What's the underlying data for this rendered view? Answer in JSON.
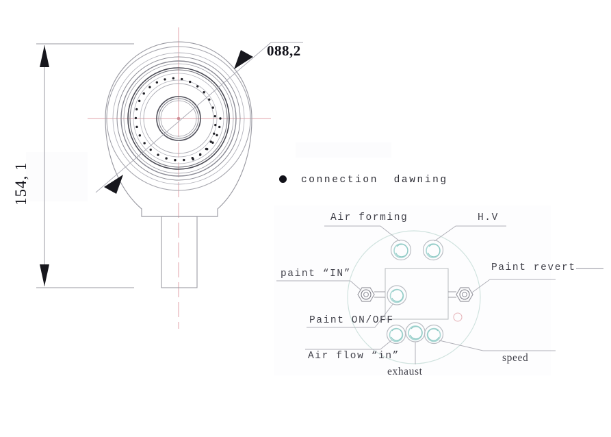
{
  "drawing": {
    "title": "Spray gun nozzle technical drawing",
    "dimensions": {
      "diameter_label": "088,2",
      "height_label": "154, 1"
    },
    "legend": {
      "bullet": "filled-dot",
      "text": "connection  dawning"
    },
    "connection_panel": {
      "labels": {
        "air_forming": "Air forming",
        "hv": "H.V",
        "paint_in": "paint “IN”",
        "paint_revert": "Paint revert",
        "paint_on_off": "Paint ON/OFF",
        "air_flow_in": "Air flow “in”",
        "exhaust": "exhaust",
        "speed": "speed"
      }
    },
    "colors": {
      "outline": "#8a8a92",
      "outline_dark": "#3c3c44",
      "centerline": "#e0a2a8",
      "port_accent": "#a9d8d4",
      "port_ring": "#b9bcc2",
      "text": "#2b2b33",
      "small_hole": "#e7b6bb",
      "panel_bg": "#fdfdfe"
    }
  }
}
